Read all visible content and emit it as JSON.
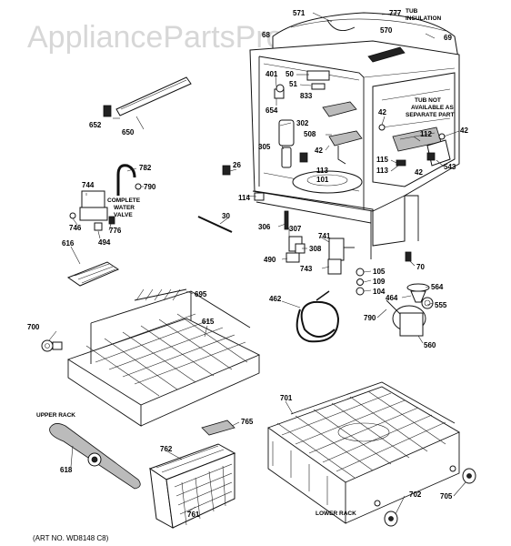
{
  "watermark": "AppliancePartsPros.com",
  "notes": {
    "tub_insulation": [
      "TUB",
      "INSULATION"
    ],
    "tub_not_available": [
      "TUB NOT",
      "AVAILABLE AS",
      "SEPARATE PART"
    ],
    "complete_water_valve": [
      "COMPLETE",
      "WATER",
      "VALVE"
    ],
    "upper_rack": "UPPER RACK",
    "lower_rack": "LOWER RACK",
    "art_no": "(ART NO. WD8148 C8)"
  },
  "callouts": {
    "p571": "571",
    "p777": "777",
    "p570": "570",
    "p69": "69",
    "p68": "68",
    "p652": "652",
    "p650": "650",
    "p401": "401",
    "p50": "50",
    "p51": "51",
    "p833": "833",
    "p654": "654",
    "p302": "302",
    "p305": "305",
    "p508": "508",
    "p42a": "42",
    "p42b": "42",
    "p42c": "42",
    "p42d": "42",
    "p112": "112",
    "p543": "543",
    "p115": "115",
    "p113a": "113",
    "p113b": "113",
    "p101": "101",
    "p26": "26",
    "p114": "114",
    "p782": "782",
    "p790a": "790",
    "p744": "744",
    "p746": "746",
    "p776": "776",
    "p494": "494",
    "p616": "616",
    "p30": "30",
    "p306": "306",
    "p307": "307",
    "p741": "741",
    "p308": "308",
    "p490": "490",
    "p743": "743",
    "p70": "70",
    "p105": "105",
    "p109": "109",
    "p104": "104",
    "p564": "564",
    "p464": "464",
    "p555": "555",
    "p695": "695",
    "p462": "462",
    "p790b": "790",
    "p560": "560",
    "p700": "700",
    "p615": "615",
    "p701": "701",
    "p765": "765",
    "p618": "618",
    "p762": "762",
    "p761": "761",
    "p702": "702",
    "p705": "705"
  }
}
